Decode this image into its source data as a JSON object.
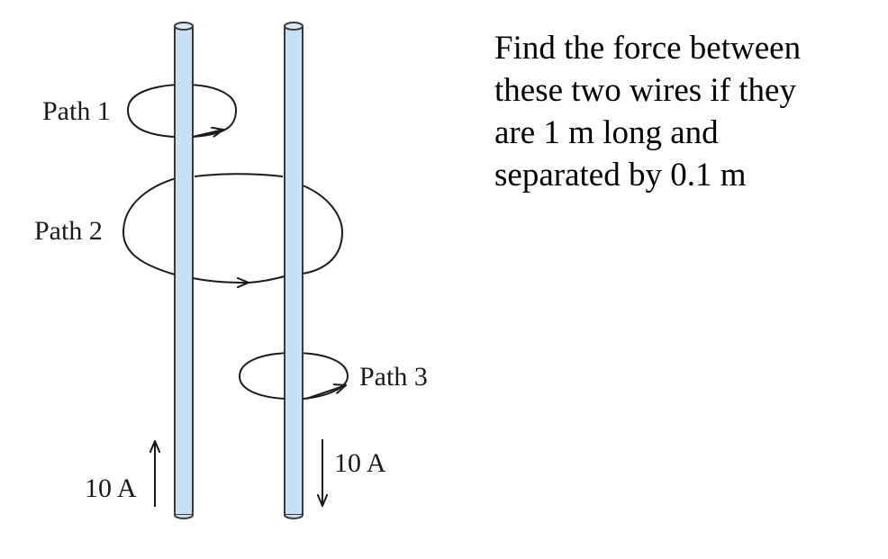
{
  "diagram": {
    "paths": [
      {
        "label": "Path 1"
      },
      {
        "label": "Path 2"
      },
      {
        "label": "Path 3"
      }
    ],
    "wires": [
      {
        "current_label": "10 A",
        "direction": "up"
      },
      {
        "current_label": "10 A",
        "direction": "down"
      }
    ],
    "colors": {
      "wire_fill": "#c7e0f4",
      "wire_stroke": "#3a3a3a",
      "line": "#1a1a1a"
    }
  },
  "problem": {
    "lines": [
      "Find the force between",
      "these two wires if they",
      "are 1 m long and",
      "separated by 0.1 m"
    ]
  }
}
